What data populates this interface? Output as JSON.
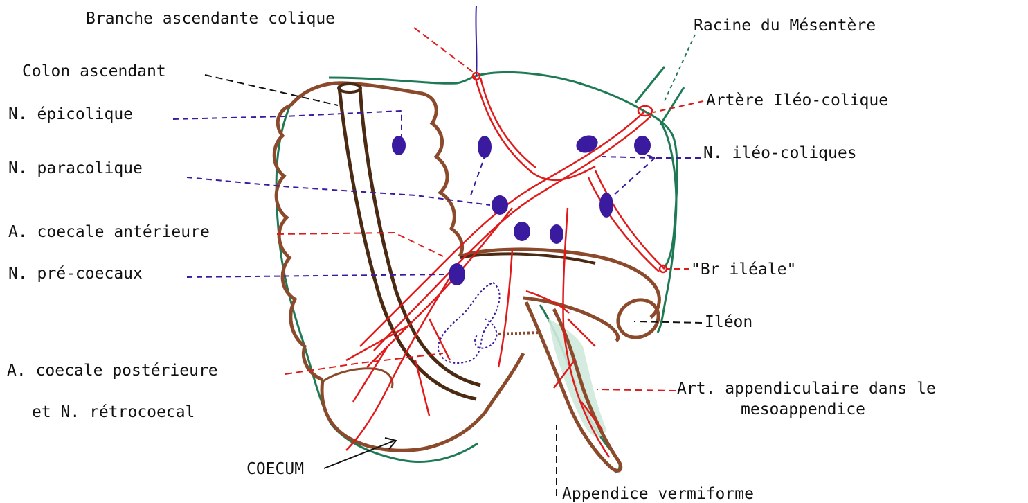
{
  "labels": {
    "branche_ascendante": "Branche ascendante colique",
    "racine_mesentere": "Racine du Mésentère",
    "colon_ascendant": "Colon ascendant",
    "n_epicolique": "N. épicolique",
    "artere_ileo_colique": "Artère Iléo-colique",
    "n_ileo_coliques": "N. iléo-coliques",
    "n_paracolique": "N. paracolique",
    "a_coecale_anterieure": "A. coecale antérieure",
    "br_ileale": "\"Br iléale\"",
    "n_pre_coecaux": "N. pré-coecaux",
    "ileon": "Iléon",
    "a_coecale_posterieure": "A. coecale postérieure",
    "n_retrocoecal": "et N. rétrocoecal",
    "art_appendiculaire_1": "Art. appendiculaire dans le",
    "art_appendiculaire_2": "mesoappendice",
    "coecum": "COECUM",
    "appendice": "Appendice vermiforme"
  },
  "colors": {
    "mesentery_outline": "#1e7a55",
    "bowel_outline": "#8b4a2b",
    "taenia": "#4a2a12",
    "artery": "#e01a1a",
    "node": "#3a1a9e",
    "mesoappendix_fill": "#cfe9dd",
    "leader_default": "#111111"
  }
}
